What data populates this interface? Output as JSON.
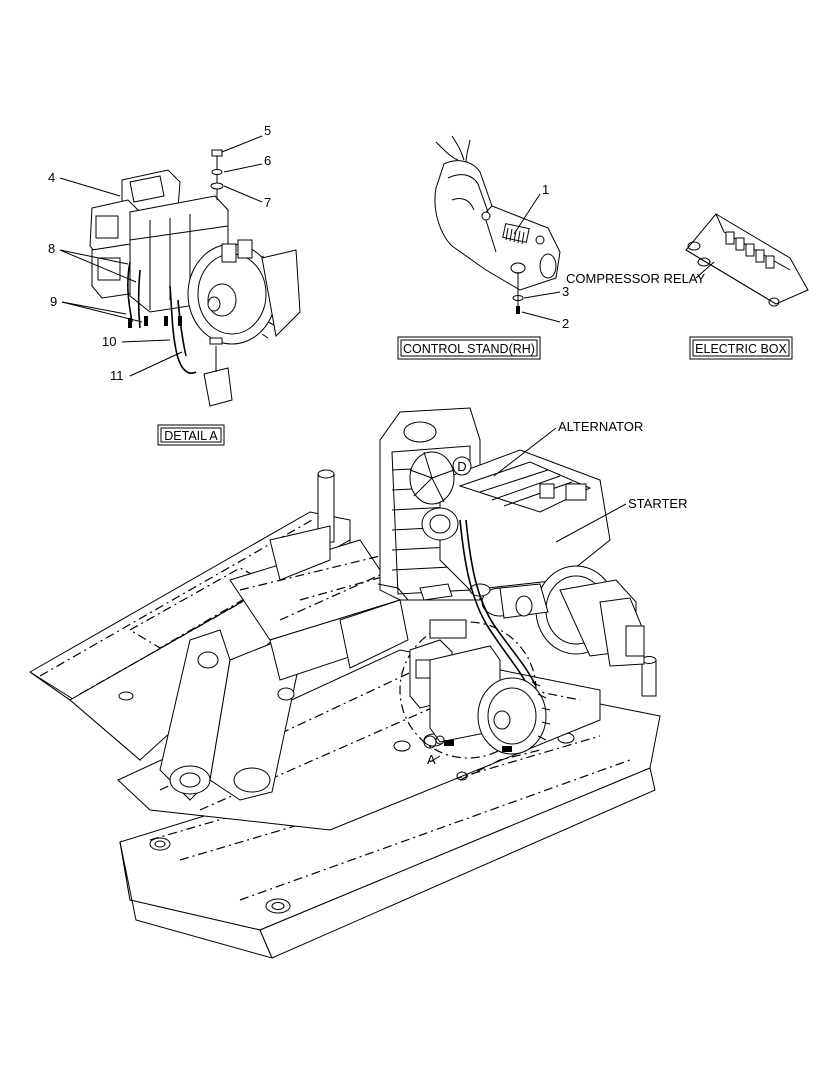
{
  "callouts": {
    "c1": "1",
    "c2": "2",
    "c3": "3",
    "c4": "4",
    "c5": "5",
    "c6": "6",
    "c7": "7",
    "c8": "8",
    "c9": "9",
    "c10": "10",
    "c11": "11"
  },
  "labels": {
    "compressor_relay": "COMPRESSOR RELAY",
    "alternator": "ALTERNATOR",
    "starter": "STARTER",
    "detail_a": "DETAIL A",
    "control_stand": "CONTROL STAND(RH)",
    "electric_box": "ELECTRIC BOX",
    "marker_a": "A",
    "marker_d": "D"
  }
}
